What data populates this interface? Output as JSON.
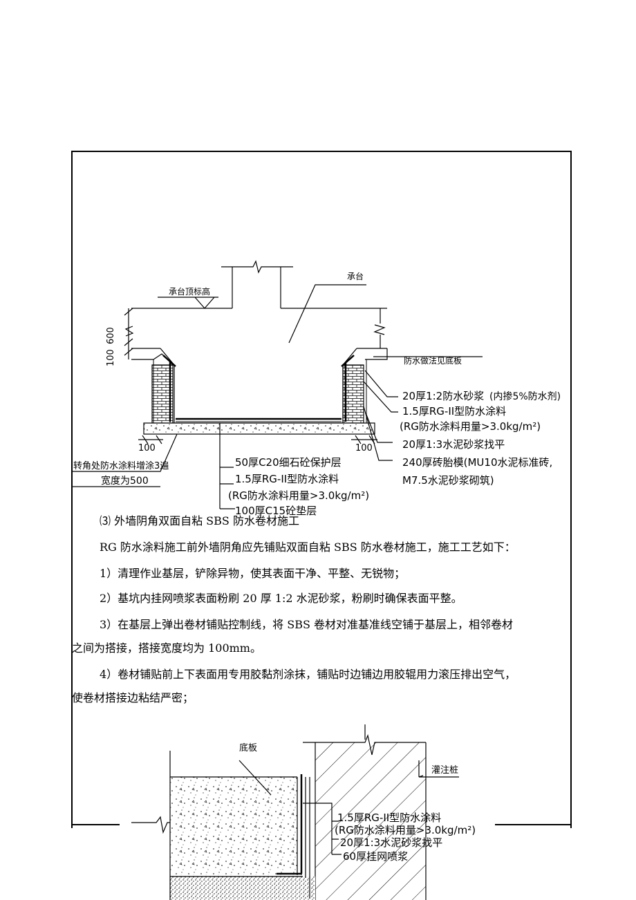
{
  "drawing1": {
    "label_top_elevation": "承台顶标高",
    "label_cap": "承台",
    "dim_600": "600",
    "dim_100": "100",
    "label_waterproof_ref": "防水做法见底板",
    "right_callouts": {
      "l1": "20厚1:2防水砂浆",
      "l1b": "(内掺5%防水剂)",
      "l2": "1.5厚RG-II型防水涂料",
      "l3": "(RG防水涂料用量>3.0kg/m²)",
      "l4": "20厚1:3水泥砂浆找平",
      "l5": "240厚砖胎模(MU10水泥标准砖,",
      "l6": "M7.5水泥砂浆砌筑)"
    },
    "left_callouts": {
      "l1": "转角处防水涂料增涂3遍",
      "l2": "宽度为500"
    },
    "bottom_callouts": {
      "l1": "50厚C20细石砼保护层",
      "l2": "1.5厚RG-II型防水涂料",
      "l3": "(RG防水涂料用量>3.0kg/m²)",
      "l4": "100厚C15砼垫层"
    },
    "dim_left_100": "100",
    "dim_right_100": "100"
  },
  "text": {
    "heading": "⑶ 外墙阴角双面自粘 SBS 防水卷材施工",
    "p1": "RG 防水涂料施工前外墙阴角应先铺贴双面自粘 SBS 防水卷材施工，施工工艺如下：",
    "s1": "1）清理作业基层，铲除异物，使其表面干净、平整、无锐物；",
    "s2": "2）基坑内挂网喷浆表面粉刷 20 厚 1:2 水泥砂浆，粉刷时确保表面平整。",
    "s3a": "3）在基层上弹出卷材铺贴控制线，将 SBS 卷材对准基准线空铺于基层上，相邻卷材",
    "s3b": "之间为搭接，搭接宽度均为 100mm。",
    "s4a": "4）卷材铺贴前上下表面用专用胶黏剂涂抹，铺贴时边铺边用胶辊用力滚压排出空气，",
    "s4b": "使卷材搭接边粘结严密；"
  },
  "drawing2": {
    "label_slab": "底板",
    "label_pile": "灌注桩",
    "l1": "1.5厚RG-II型防水涂料",
    "l2": "(RG防水涂料用量>3.0kg/m²)",
    "l3": "20厚1:3水泥砂浆找平",
    "l4": "60厚挂网喷浆"
  }
}
